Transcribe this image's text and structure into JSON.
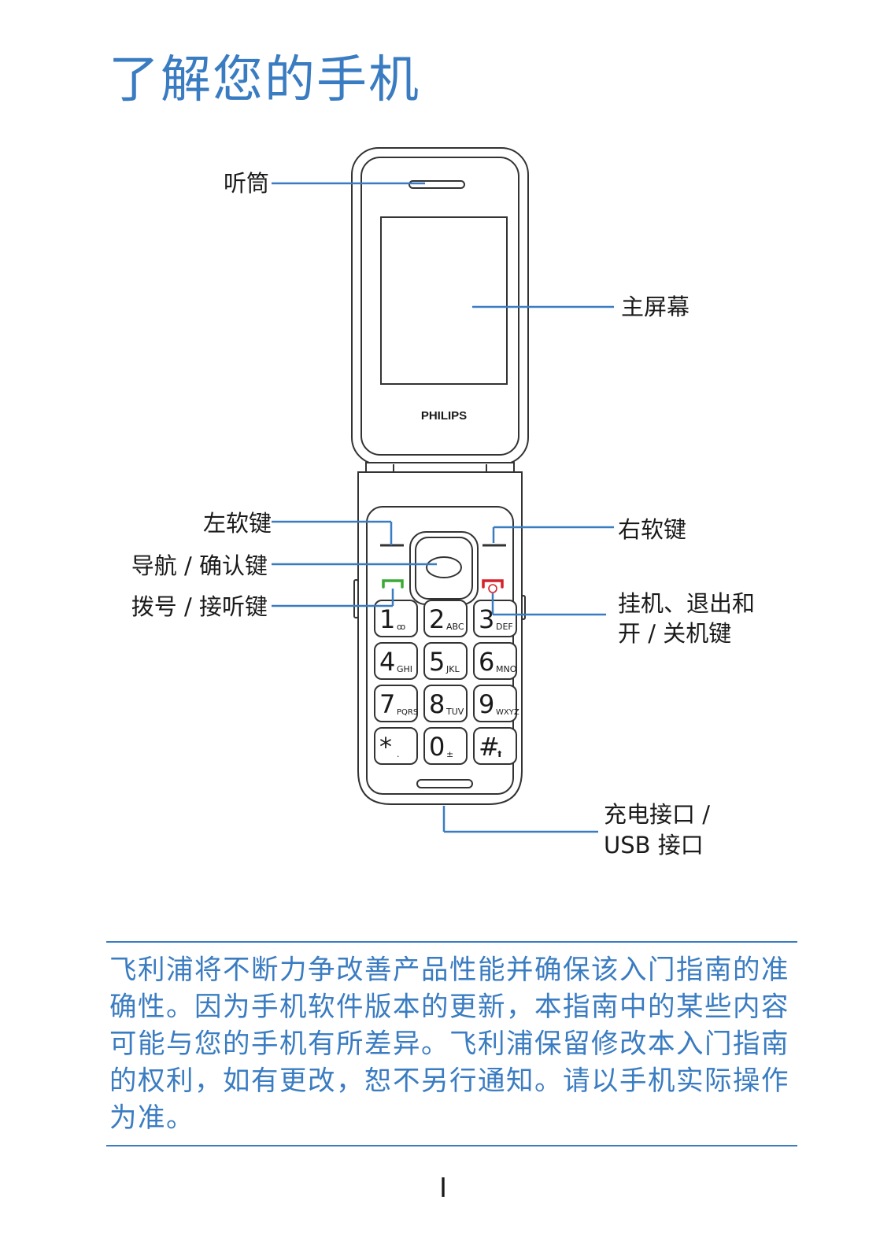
{
  "page": {
    "title": "了解您的手机",
    "page_number": "I"
  },
  "phone": {
    "brand": "PHILIPS",
    "keys": [
      {
        "digit": "1",
        "sub": "ꝏ"
      },
      {
        "digit": "2",
        "sub": "ABC"
      },
      {
        "digit": "3",
        "sub": "DEF"
      },
      {
        "digit": "4",
        "sub": "GHI"
      },
      {
        "digit": "5",
        "sub": "JKL"
      },
      {
        "digit": "6",
        "sub": "MNO"
      },
      {
        "digit": "7",
        "sub": "PQRS"
      },
      {
        "digit": "8",
        "sub": "TUV"
      },
      {
        "digit": "9",
        "sub": "WXYZ"
      },
      {
        "digit": "*",
        "sub": "."
      },
      {
        "digit": "0",
        "sub": "±"
      },
      {
        "digit": "#",
        "sub": "⬆"
      }
    ]
  },
  "callouts": {
    "earpiece": "听筒",
    "main_screen": "主屏幕",
    "left_softkey": "左软键",
    "right_softkey": "右软键",
    "nav_ok_key": "导航 / 确认键",
    "call_key": "拨号 / 接听键",
    "end_key_line1": "挂机、退出和",
    "end_key_line2": "开 / 关机键",
    "charge_port_line1": "充电接口 /",
    "charge_port_line2": "USB 接口"
  },
  "notice": {
    "text": "飞利浦将不断力争改善产品性能并确保该入门指南的准确性。因为手机软件版本的更新，本指南中的某些内容可能与您的手机有所差异。飞利浦保留修改本入门指南的权利，如有更改，恕不另行通知。请以手机实际操作为准。"
  },
  "colors": {
    "accent": "#3a7cc1",
    "call_green": "#3aaa35",
    "end_red": "#d6202a"
  }
}
